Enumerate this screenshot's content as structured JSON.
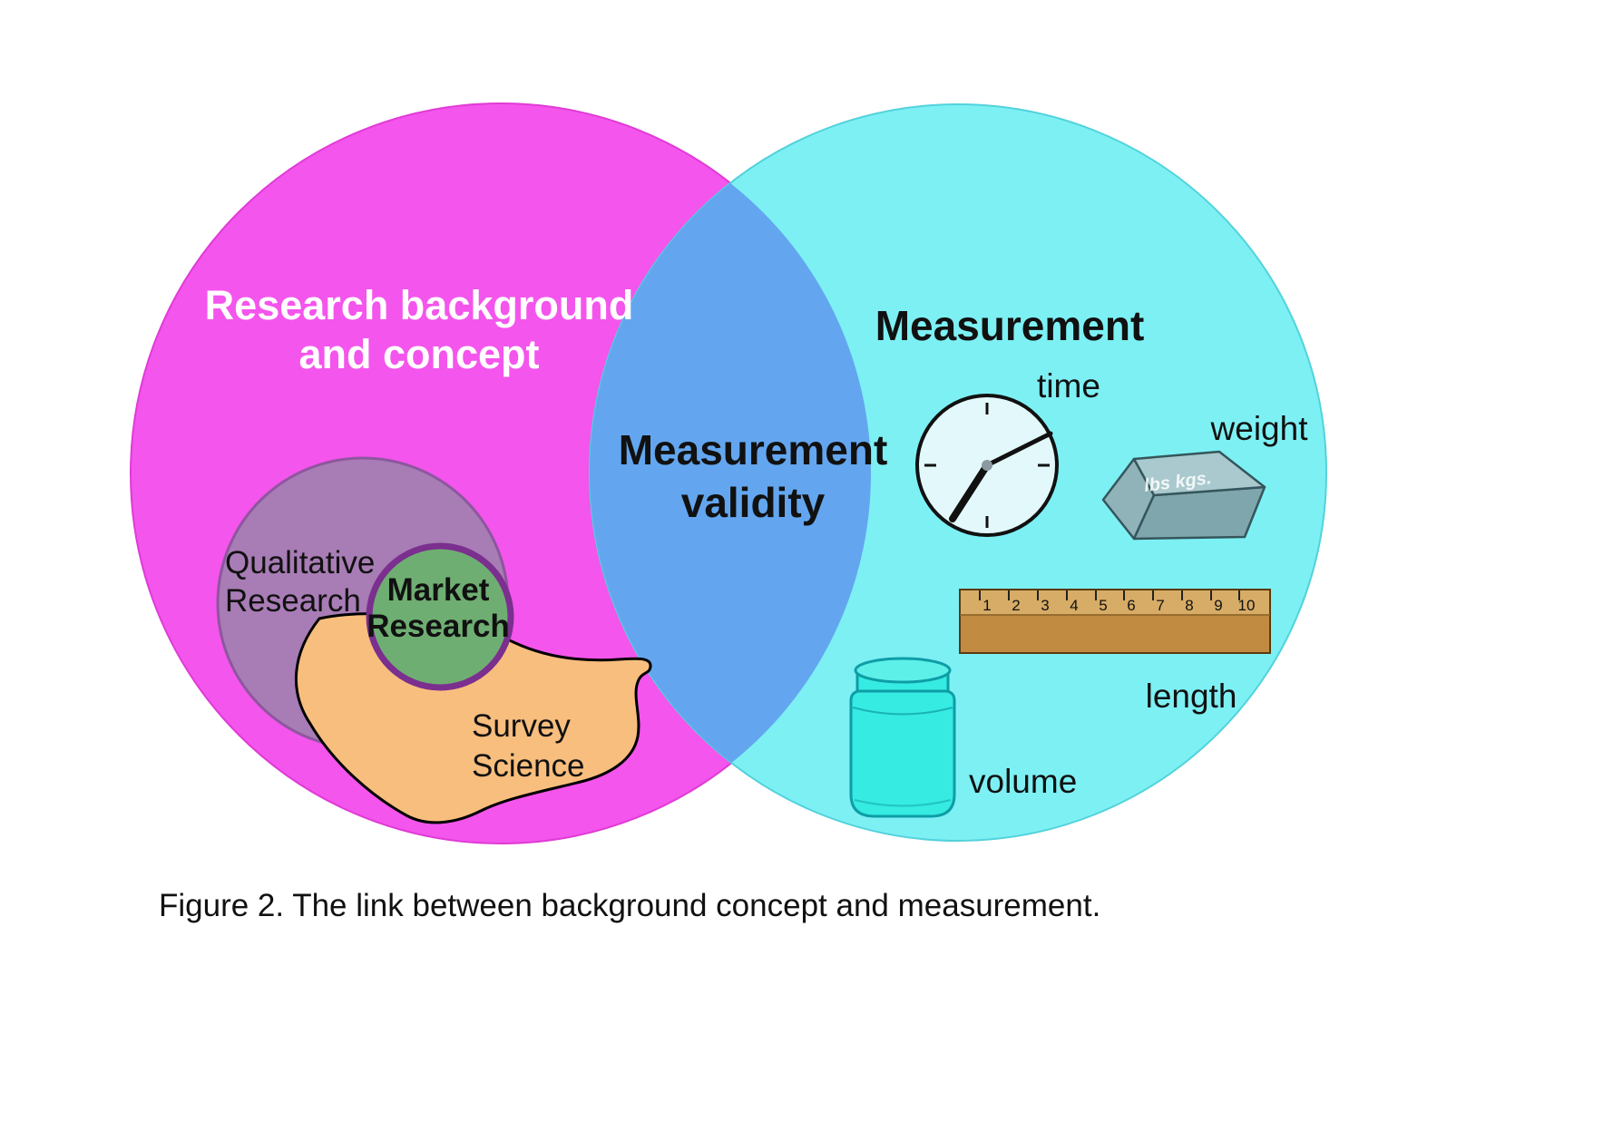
{
  "colors": {
    "research_circle": "#F455EC",
    "measurement_circle": "#7DF0F4",
    "overlap": "#63A6EF",
    "qualitative_fill": "#A87CB5",
    "market_fill": "#6FAE72",
    "survey_fill": "#F8BE7E",
    "jar_fill": "#36EBE1",
    "ruler_fill": "#C18B41",
    "ruler_top": "#D7AC66",
    "clock_fill": "#E3F8FB",
    "weight_top": "#A9C9CE",
    "weight_front": "#7FA6AC"
  },
  "venn": {
    "research": {
      "line1": "Research background",
      "line2": "and concept"
    },
    "measurement": {
      "title": "Measurement"
    },
    "overlap": {
      "line1": "Measurement",
      "line2": "validity"
    }
  },
  "subsets": {
    "qualitative": {
      "line1": "Qualitative",
      "line2": "Research"
    },
    "market": {
      "line1": "Market",
      "line2": "Research"
    },
    "survey": {
      "line1": "Survey",
      "line2": "Science"
    }
  },
  "measures": {
    "time": "time",
    "weight": "weight",
    "weight_marking": "lbs kgs.",
    "length": "length",
    "volume": "volume",
    "ruler_numbers": [
      "1",
      "2",
      "3",
      "4",
      "5",
      "6",
      "7",
      "8",
      "9",
      "10"
    ]
  },
  "caption": "Figure 2. The link between background concept and measurement."
}
